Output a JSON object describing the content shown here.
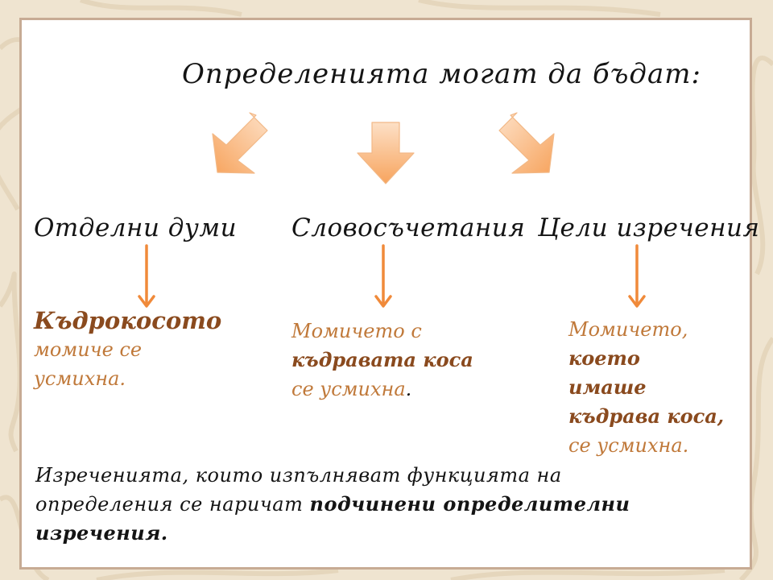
{
  "title": "Определенията могат да бъдат:",
  "categories": [
    {
      "heading": "Отделни думи",
      "example": {
        "bold": "Къдрокосото",
        "rest_line1": "момиче се",
        "rest_line2": "усмихна."
      }
    },
    {
      "heading": "Словосъчетания",
      "example": {
        "plain": "Момичето с",
        "bold": "къдравата коса",
        "rest": "се усмихна",
        "end": "."
      }
    },
    {
      "heading": "Цели изречения",
      "example": {
        "plain": "Момичето,",
        "bold_line1": "което",
        "bold_line2": "имаше",
        "bold_line3": "къдрава коса,",
        "rest": "се усмихна."
      }
    }
  ],
  "bottom": {
    "line1": "Изреченията, които изпълняват функцията на",
    "line2_plain": "определения се наричат ",
    "line2_bold": "подчинени определителни",
    "line3_bold": "изречения."
  },
  "colors": {
    "text": "#141414",
    "example": "#c0793a",
    "example_bold": "#8a4a1e",
    "arrow_light": "#fde0c6",
    "arrow_dark": "#f7a45e",
    "thin_arrow": "#f08a3a",
    "frame": "#c7ab94",
    "background": "#efe4d0"
  },
  "icons": [
    "big-arrow-down-left-icon",
    "big-arrow-down-icon",
    "big-arrow-down-right-icon",
    "thin-arrow-down-icon"
  ]
}
